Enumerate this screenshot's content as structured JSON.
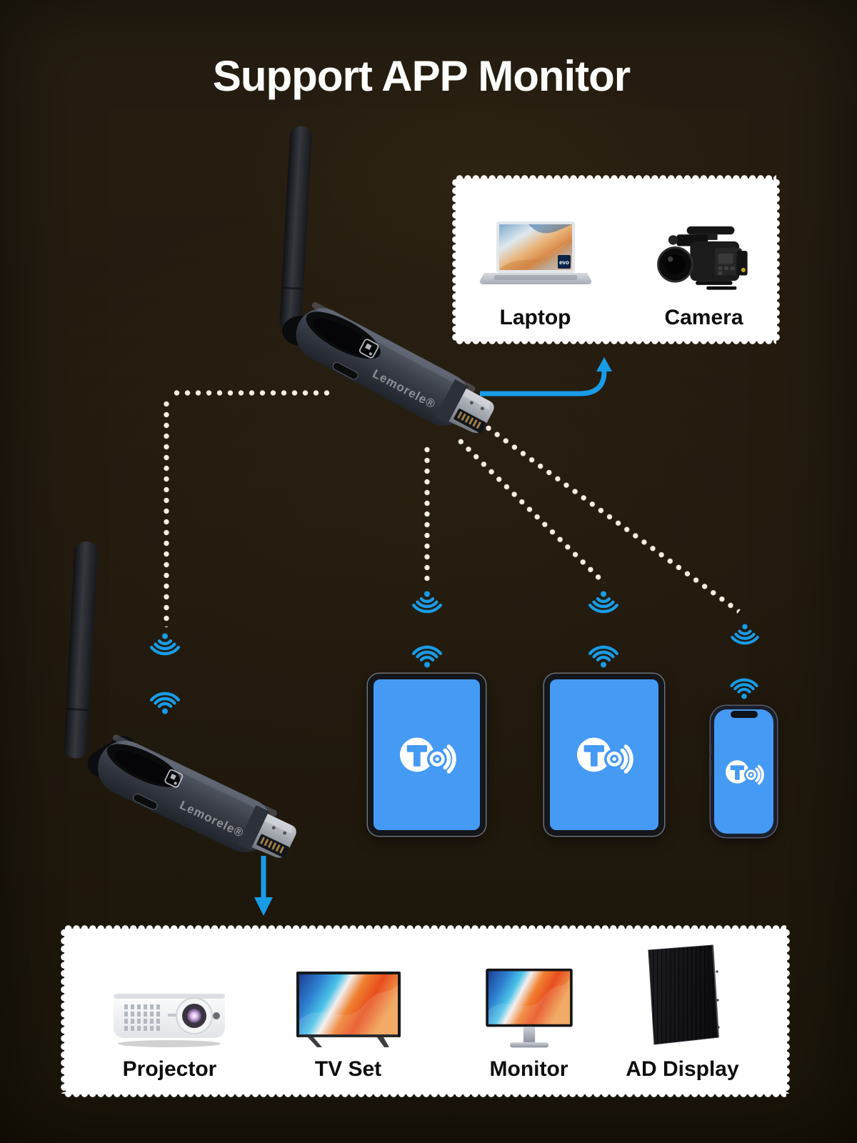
{
  "title": "Support APP Monitor",
  "brand": {
    "display": "Lemorele®"
  },
  "laptop_badge": "evo",
  "top_box": {
    "items": [
      {
        "label": "Laptop"
      },
      {
        "label": "Camera"
      }
    ]
  },
  "bottom_box": {
    "items": [
      {
        "label": "Projector"
      },
      {
        "label": "TV Set"
      },
      {
        "label": "Monitor"
      },
      {
        "label": "AD Display"
      }
    ]
  },
  "receiver_screens": {
    "tablets": 2,
    "phones": 1
  },
  "colors": {
    "background": "#221a0e",
    "accent_blue": "#189ce8",
    "screen_blue": "#459af4",
    "panel_white": "#ffffff",
    "dot_white": "#f5efe2",
    "label_black": "#0d0d0d"
  },
  "icons": {
    "wifi": "wifi-signal-icon",
    "app_logo": "screen-cast-t-logo",
    "dongle_badge": "nfc-badge-icon"
  }
}
